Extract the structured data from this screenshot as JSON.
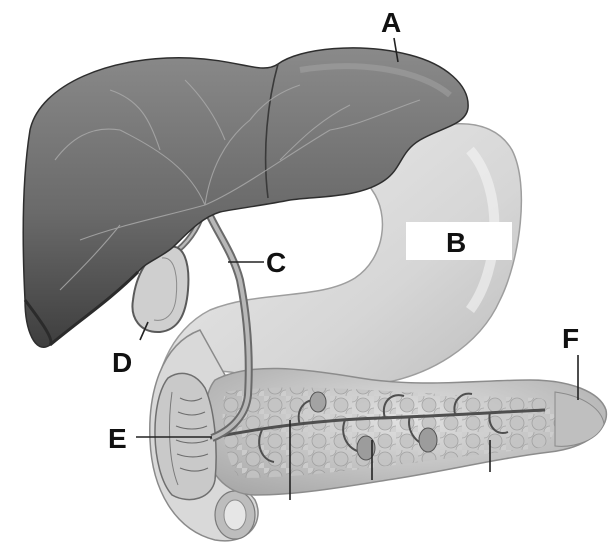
{
  "labels": {
    "a": "A",
    "b": "B",
    "c": "C",
    "d": "D",
    "e": "E",
    "f": "F"
  },
  "colors": {
    "liver_dark": "#4a4a4a",
    "liver_mid": "#6f6f6f",
    "liver_light": "#8e8e8e",
    "stomach": "#dcdcdc",
    "stomach_shadow": "#bdbdbd",
    "pancreas": "#cfcfcf",
    "duct": "#5a5a5a",
    "gallbladder": "#c8c8c8"
  }
}
